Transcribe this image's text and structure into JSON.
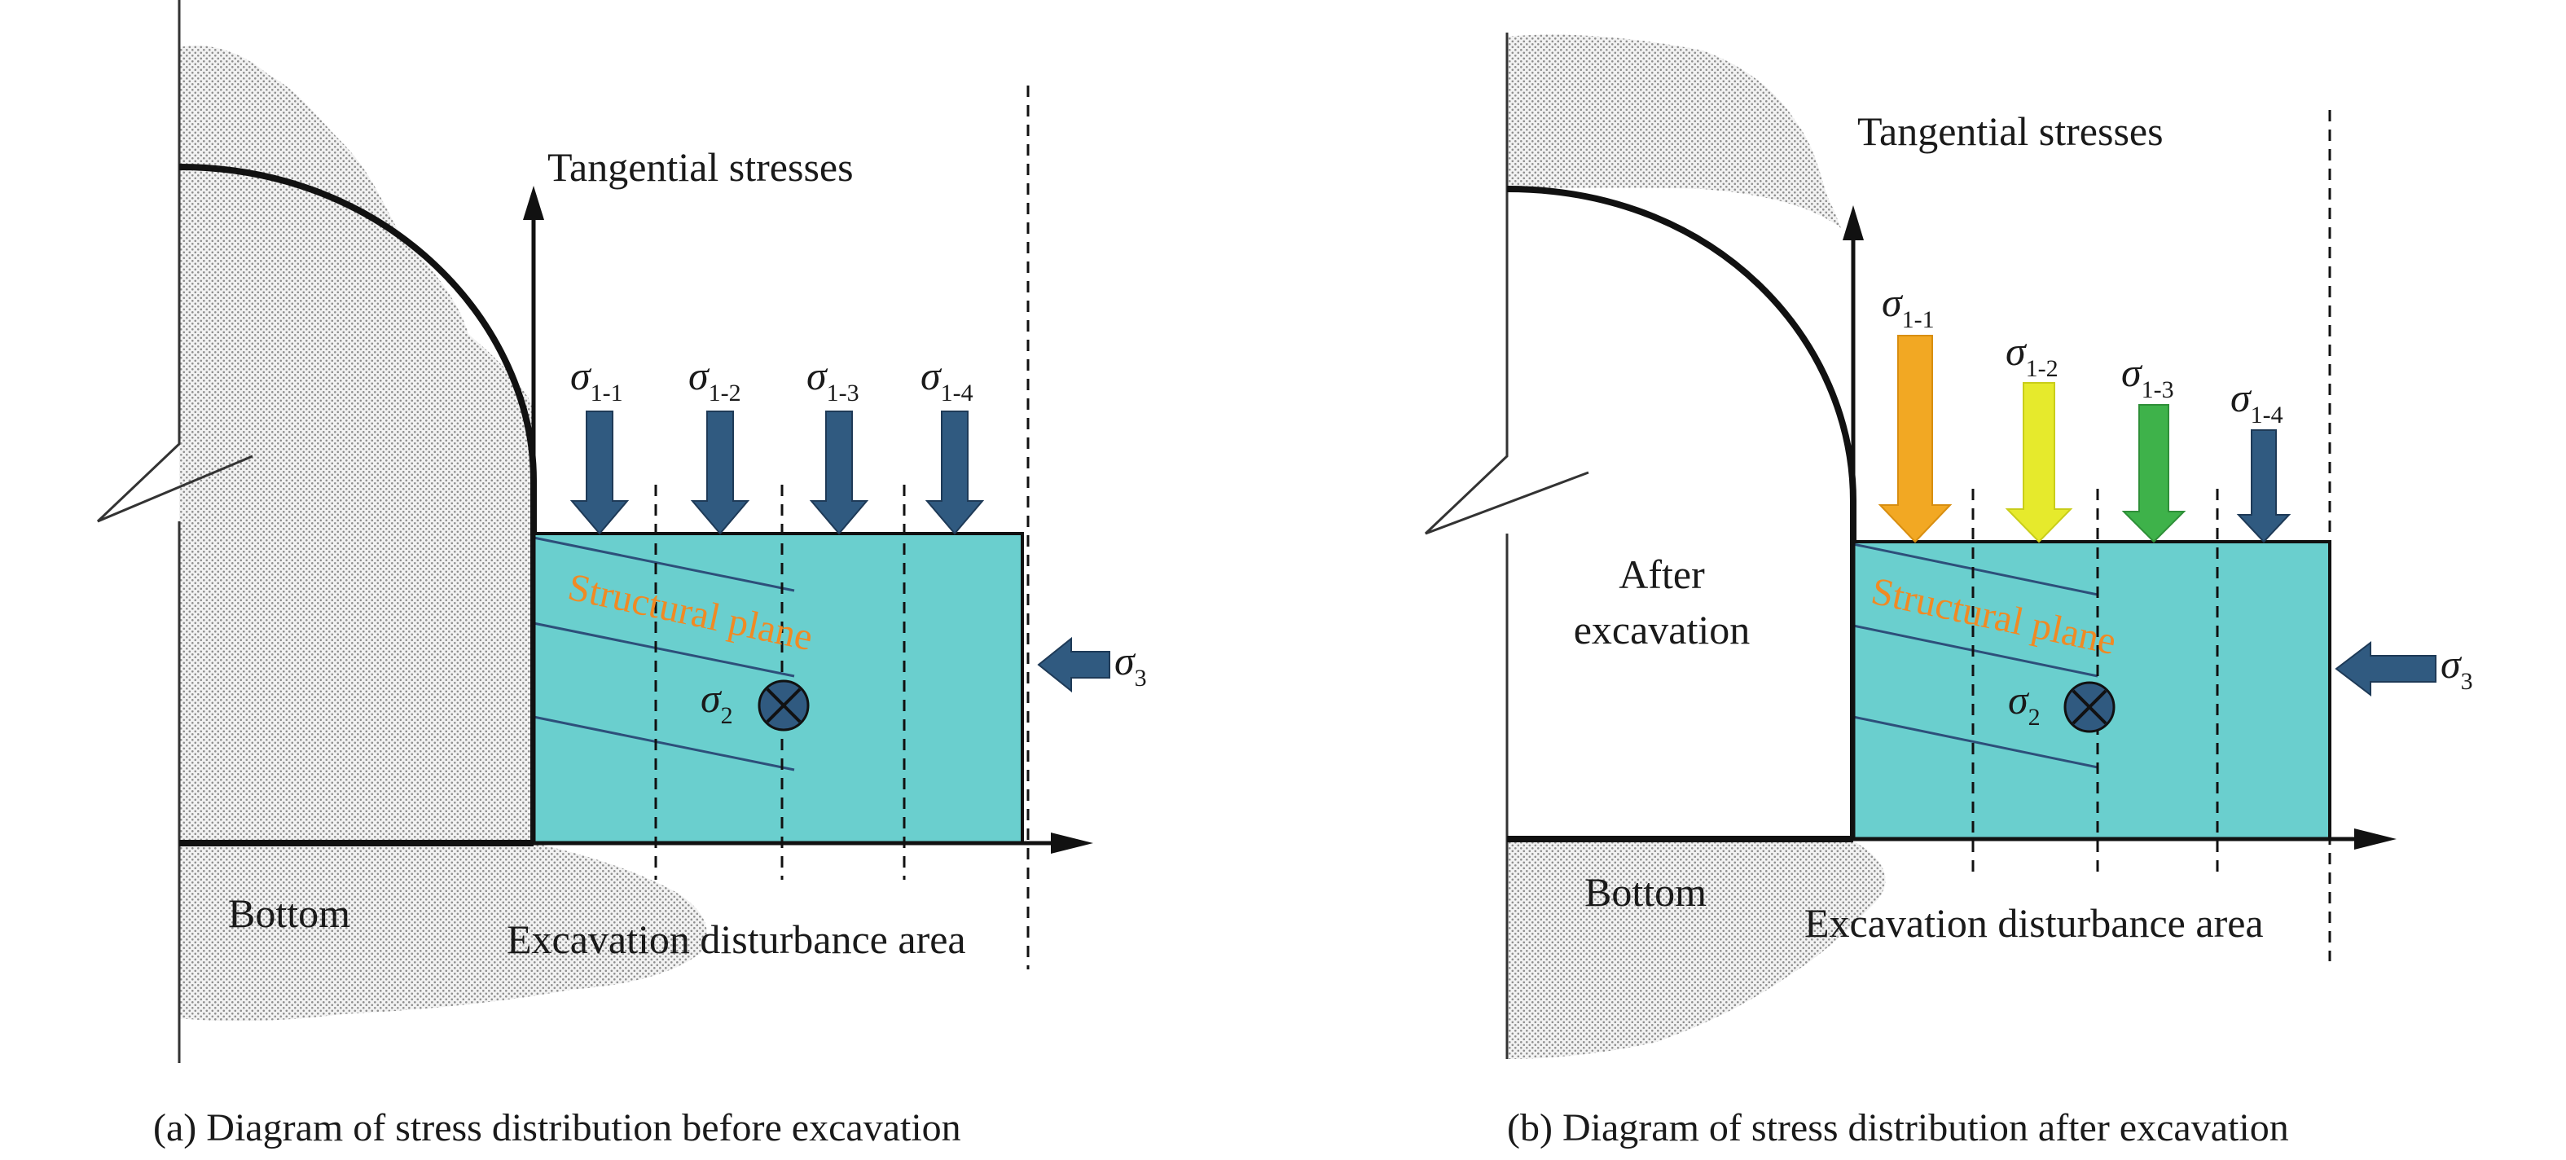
{
  "panels": [
    {
      "id": "a",
      "axis_label": "Tangential stresses",
      "area_label": "Excavation disturbance area",
      "bottom_label": "Bottom",
      "plane_label": "Structural plane",
      "sigma_symbol": "σ",
      "sigma1_subs": [
        "1-1",
        "1-2",
        "1-3",
        "1-4"
      ],
      "sigma2_sub": "2",
      "sigma3_sub": "3",
      "caption": "(a) Diagram of stress distribution before excavation"
    },
    {
      "id": "b",
      "axis_label": "Tangential stresses",
      "area_label": "Excavation disturbance area",
      "bottom_label": "Bottom",
      "plane_label": "Structural plane",
      "opening_label_line1": "After",
      "opening_label_line2": "excavation",
      "sigma_symbol": "σ",
      "sigma1_subs": [
        "1-1",
        "1-2",
        "1-3",
        "1-4"
      ],
      "sigma2_sub": "2",
      "sigma3_sub": "3",
      "caption": "(b) Diagram of stress distribution after excavation"
    }
  ],
  "colors": {
    "zone_fill": "#6acfce",
    "arrow_blue": "#305a80",
    "arrow_orange": "#f2a823",
    "arrow_yellow": "#e6ea2c",
    "arrow_green": "#3eb24a",
    "plane_text": "#f08a24",
    "rock_stipple": "#bdbdbd"
  }
}
